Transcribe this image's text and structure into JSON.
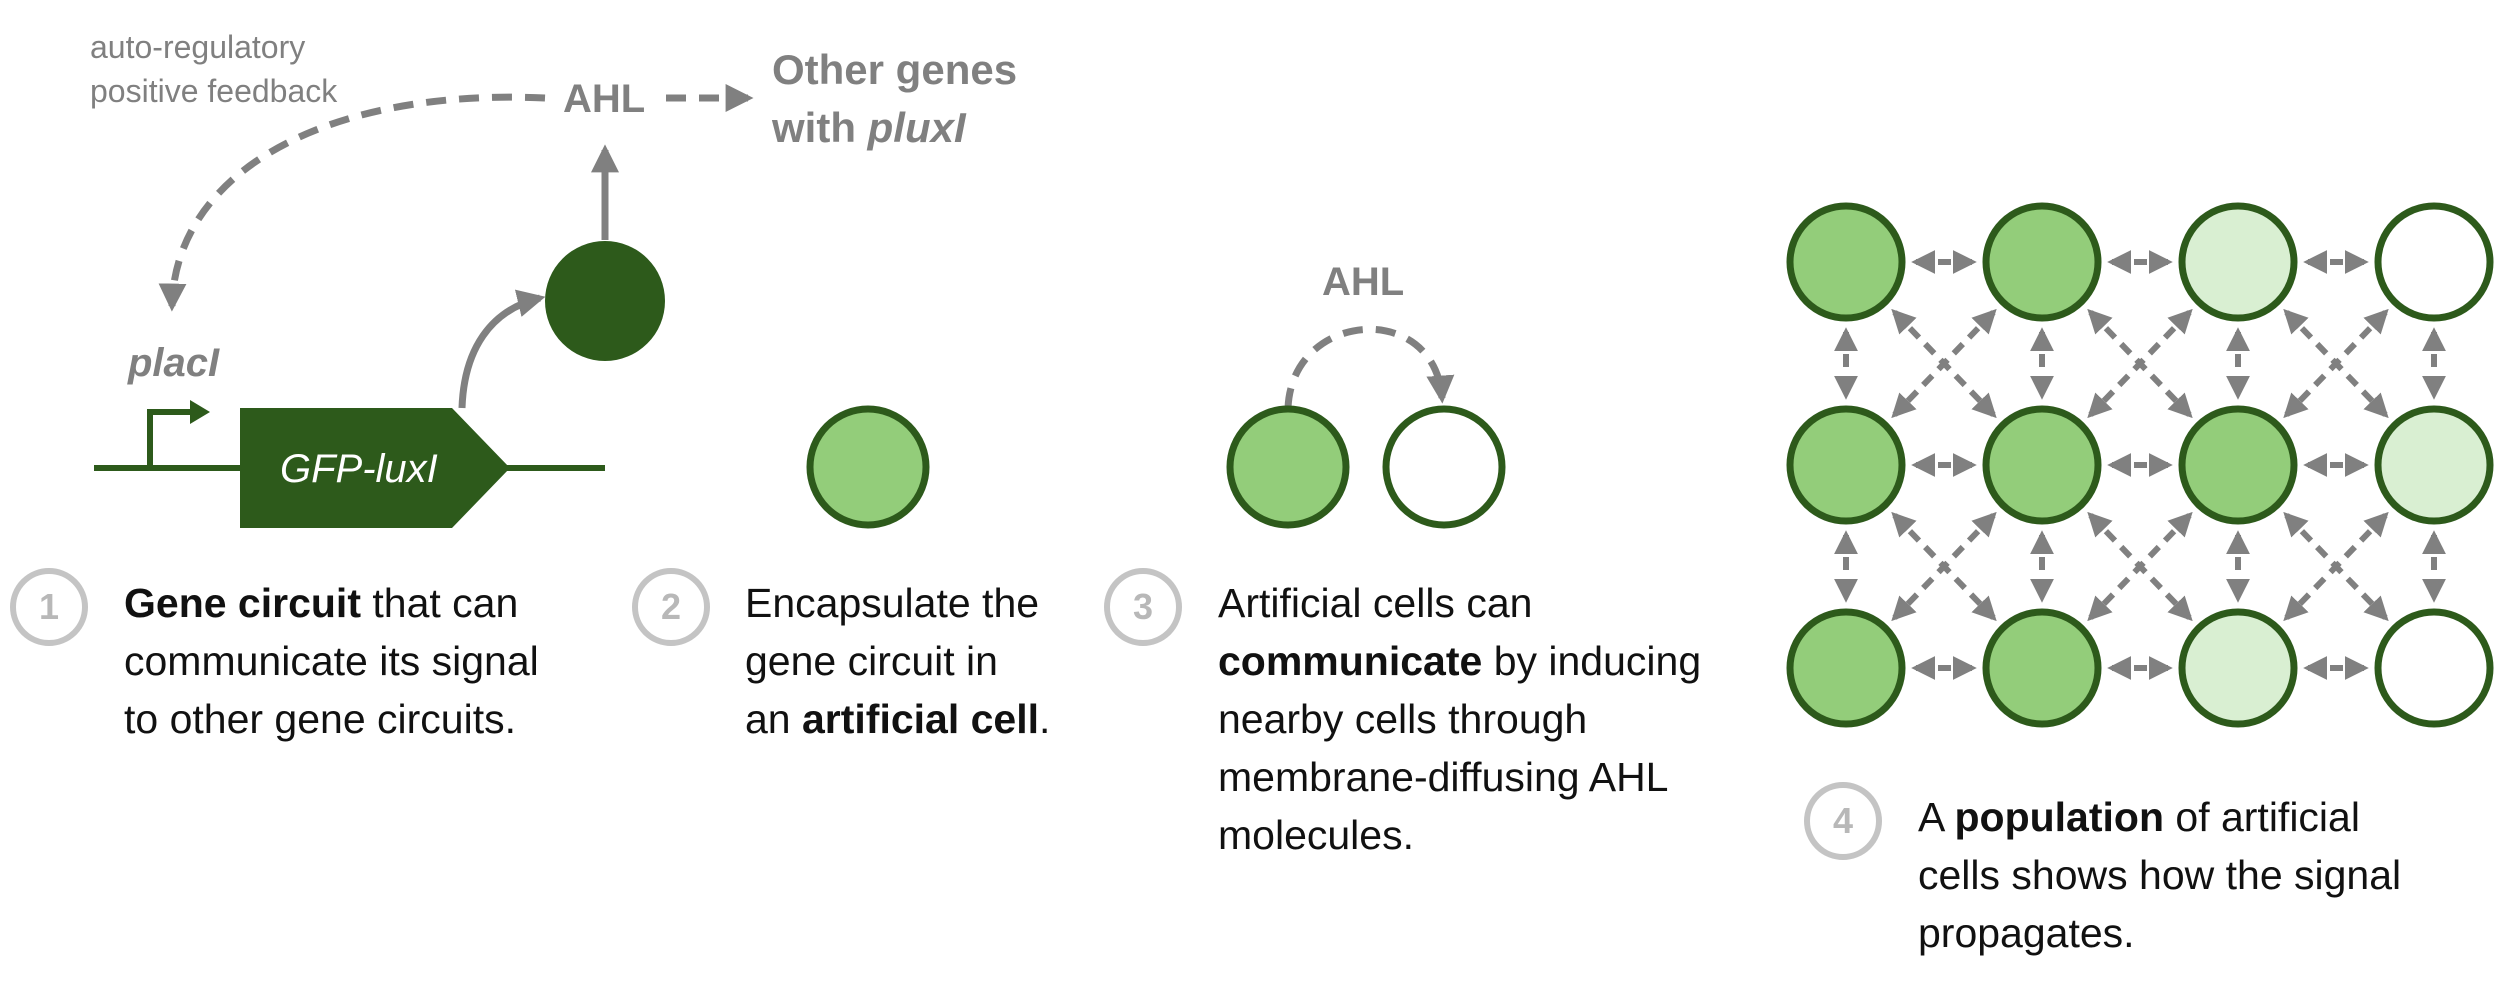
{
  "colors": {
    "dark_green": "#2d5a1b",
    "mid_green": "#93cd7a",
    "light_green": "#d9efd2",
    "white": "#ffffff",
    "grey": "#808080",
    "step_grey": "#c4c4c4"
  },
  "panel1": {
    "feedback_label_line1": "auto-regulatory",
    "feedback_label_line2": "positive feedback",
    "ahl_label": "AHL",
    "other_genes_line1": "Other genes",
    "other_genes_with": "with ",
    "other_genes_gene": "pluxI",
    "promoter_label": "placI",
    "gene_label": "GFP-luxI",
    "step_number": "1",
    "caption": {
      "bold_part": "Gene circuit",
      "rest_line1": " that can",
      "line2": "communicate its signal",
      "line3": "to other gene circuits."
    }
  },
  "panel2": {
    "step_number": "2",
    "caption": {
      "line1": "Encapsulate the",
      "line2": "gene circuit in",
      "line3_pre": "an ",
      "line3_bold": "artificial cell",
      "line3_post": "."
    }
  },
  "panel3": {
    "ahl_label": "AHL",
    "step_number": "3",
    "caption": {
      "line1": "Artificial cells can",
      "line2_bold": "communicate",
      "line2_post": " by inducing",
      "line3": "nearby cells through",
      "line4": "membrane-diffusing AHL",
      "line5": "molecules."
    }
  },
  "panel4": {
    "step_number": "4",
    "grid_fill_levels": [
      [
        "mid",
        "mid",
        "light",
        "white"
      ],
      [
        "mid",
        "mid",
        "mid",
        "light"
      ],
      [
        "mid",
        "mid",
        "light",
        "white"
      ]
    ],
    "caption": {
      "line1_pre": "A ",
      "line1_bold": "population",
      "line1_post": " of artificial",
      "line2": "cells shows how the signal",
      "line3": "propagates."
    }
  }
}
